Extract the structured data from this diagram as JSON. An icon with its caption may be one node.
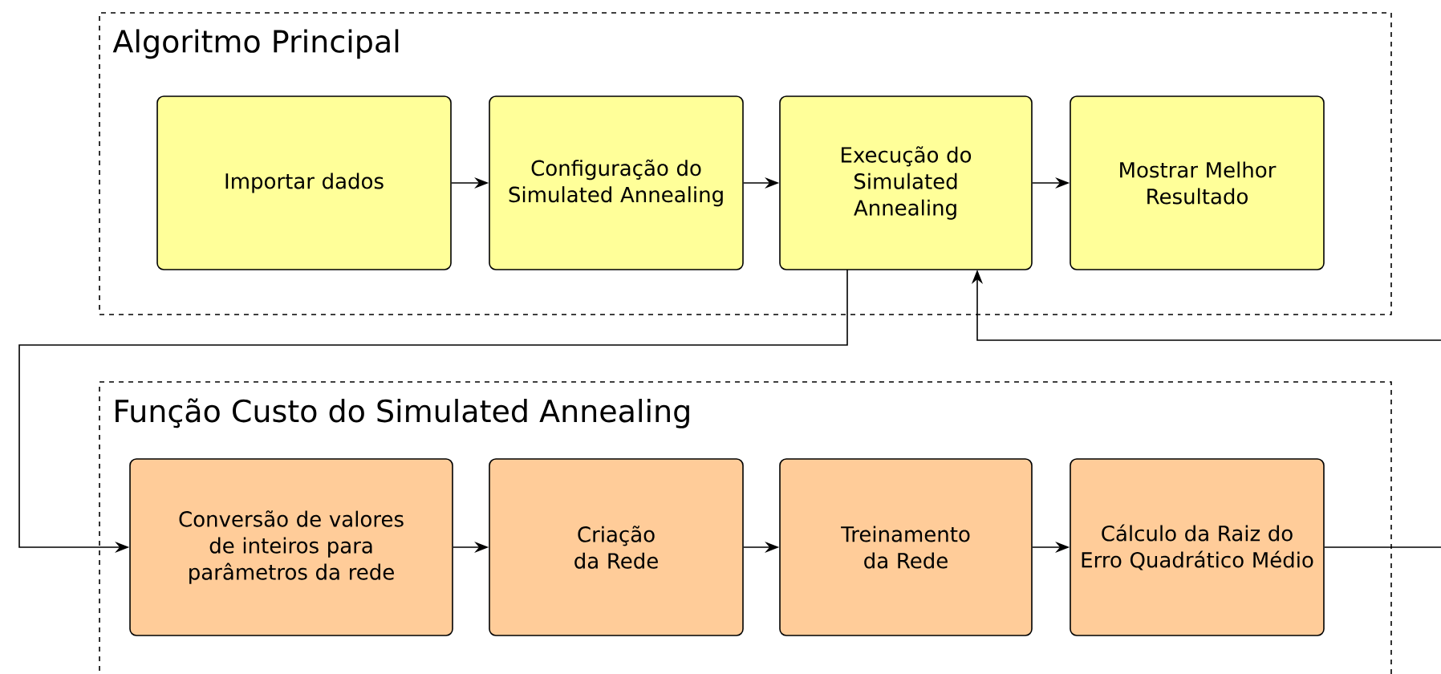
{
  "diagram": {
    "nodes": [
      {
        "text": [
          "Algoritmo Principal"
        ]
      },
      {
        "text": [
          "Importar dados"
        ],
        "in": 0
      },
      {
        "text": [
          "Configuração do Simulated Annealing"
        ],
        "in": 0
      },
      {
        "text": [
          "Execução do Simulated Annealing"
        ],
        "in": 0
      },
      {
        "text": [
          "Mostrar Melhor Resultado"
        ],
        "in": 0
      },
      {
        "text": [
          "Função Custo do Simulated Annealing"
        ]
      },
      {
        "text": [
          "Conversão de valores de inteiros para parâmetros da rede"
        ],
        "in": 5
      },
      {
        "text": [
          "Criação da Rede"
        ],
        "in": 5
      },
      {
        "text": [
          "Treinamento da Rede"
        ],
        "in": 5
      },
      {
        "text": [
          "Cálculo da Raiz do Erro Quadrático Médio"
        ],
        "in": 5
      }
    ],
    "edges": [
      {
        "from": 1,
        "to": 2,
        "arrow": "to"
      },
      {
        "from": 2,
        "to": 3,
        "arrow": "to"
      },
      {
        "from": 3,
        "to": 4,
        "arrow": "to"
      },
      {
        "from": 3,
        "to": 6,
        "arrow": "to"
      },
      {
        "from": null,
        "to": 3,
        "arrow": "to"
      },
      {
        "from": 6,
        "to": 7,
        "arrow": "to"
      },
      {
        "from": 7,
        "to": 8,
        "arrow": "to"
      },
      {
        "from": 8,
        "to": 9,
        "arrow": "to"
      },
      {
        "from": 9,
        "to": null,
        "arrow": "none"
      }
    ]
  }
}
